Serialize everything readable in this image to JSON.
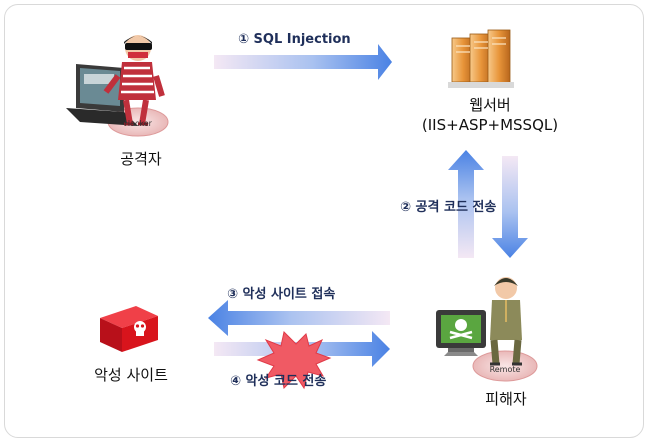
{
  "nodes": {
    "attacker": {
      "label": "공격자",
      "badge": "Hacker"
    },
    "webserver": {
      "label": "웹서버",
      "sublabel": "(IIS+ASP+MSSQL)"
    },
    "victim": {
      "label": "피해자",
      "badge": "Remote"
    },
    "malicious_site": {
      "label": "악성 사이트"
    }
  },
  "steps": [
    {
      "label": "① SQL Injection"
    },
    {
      "label": "② 공격 코드 전송"
    },
    {
      "label": "③ 악성 사이트 접속"
    },
    {
      "label": "④ 악성 코드 전송"
    }
  ],
  "colors": {
    "arrow": "#4f86e6",
    "arrow_fade": "#f2e6f2",
    "hacker_shirt": "#c0303c",
    "server": "#e89a3a",
    "malicious_box": "#d8141c",
    "burst": "#f05a64"
  }
}
